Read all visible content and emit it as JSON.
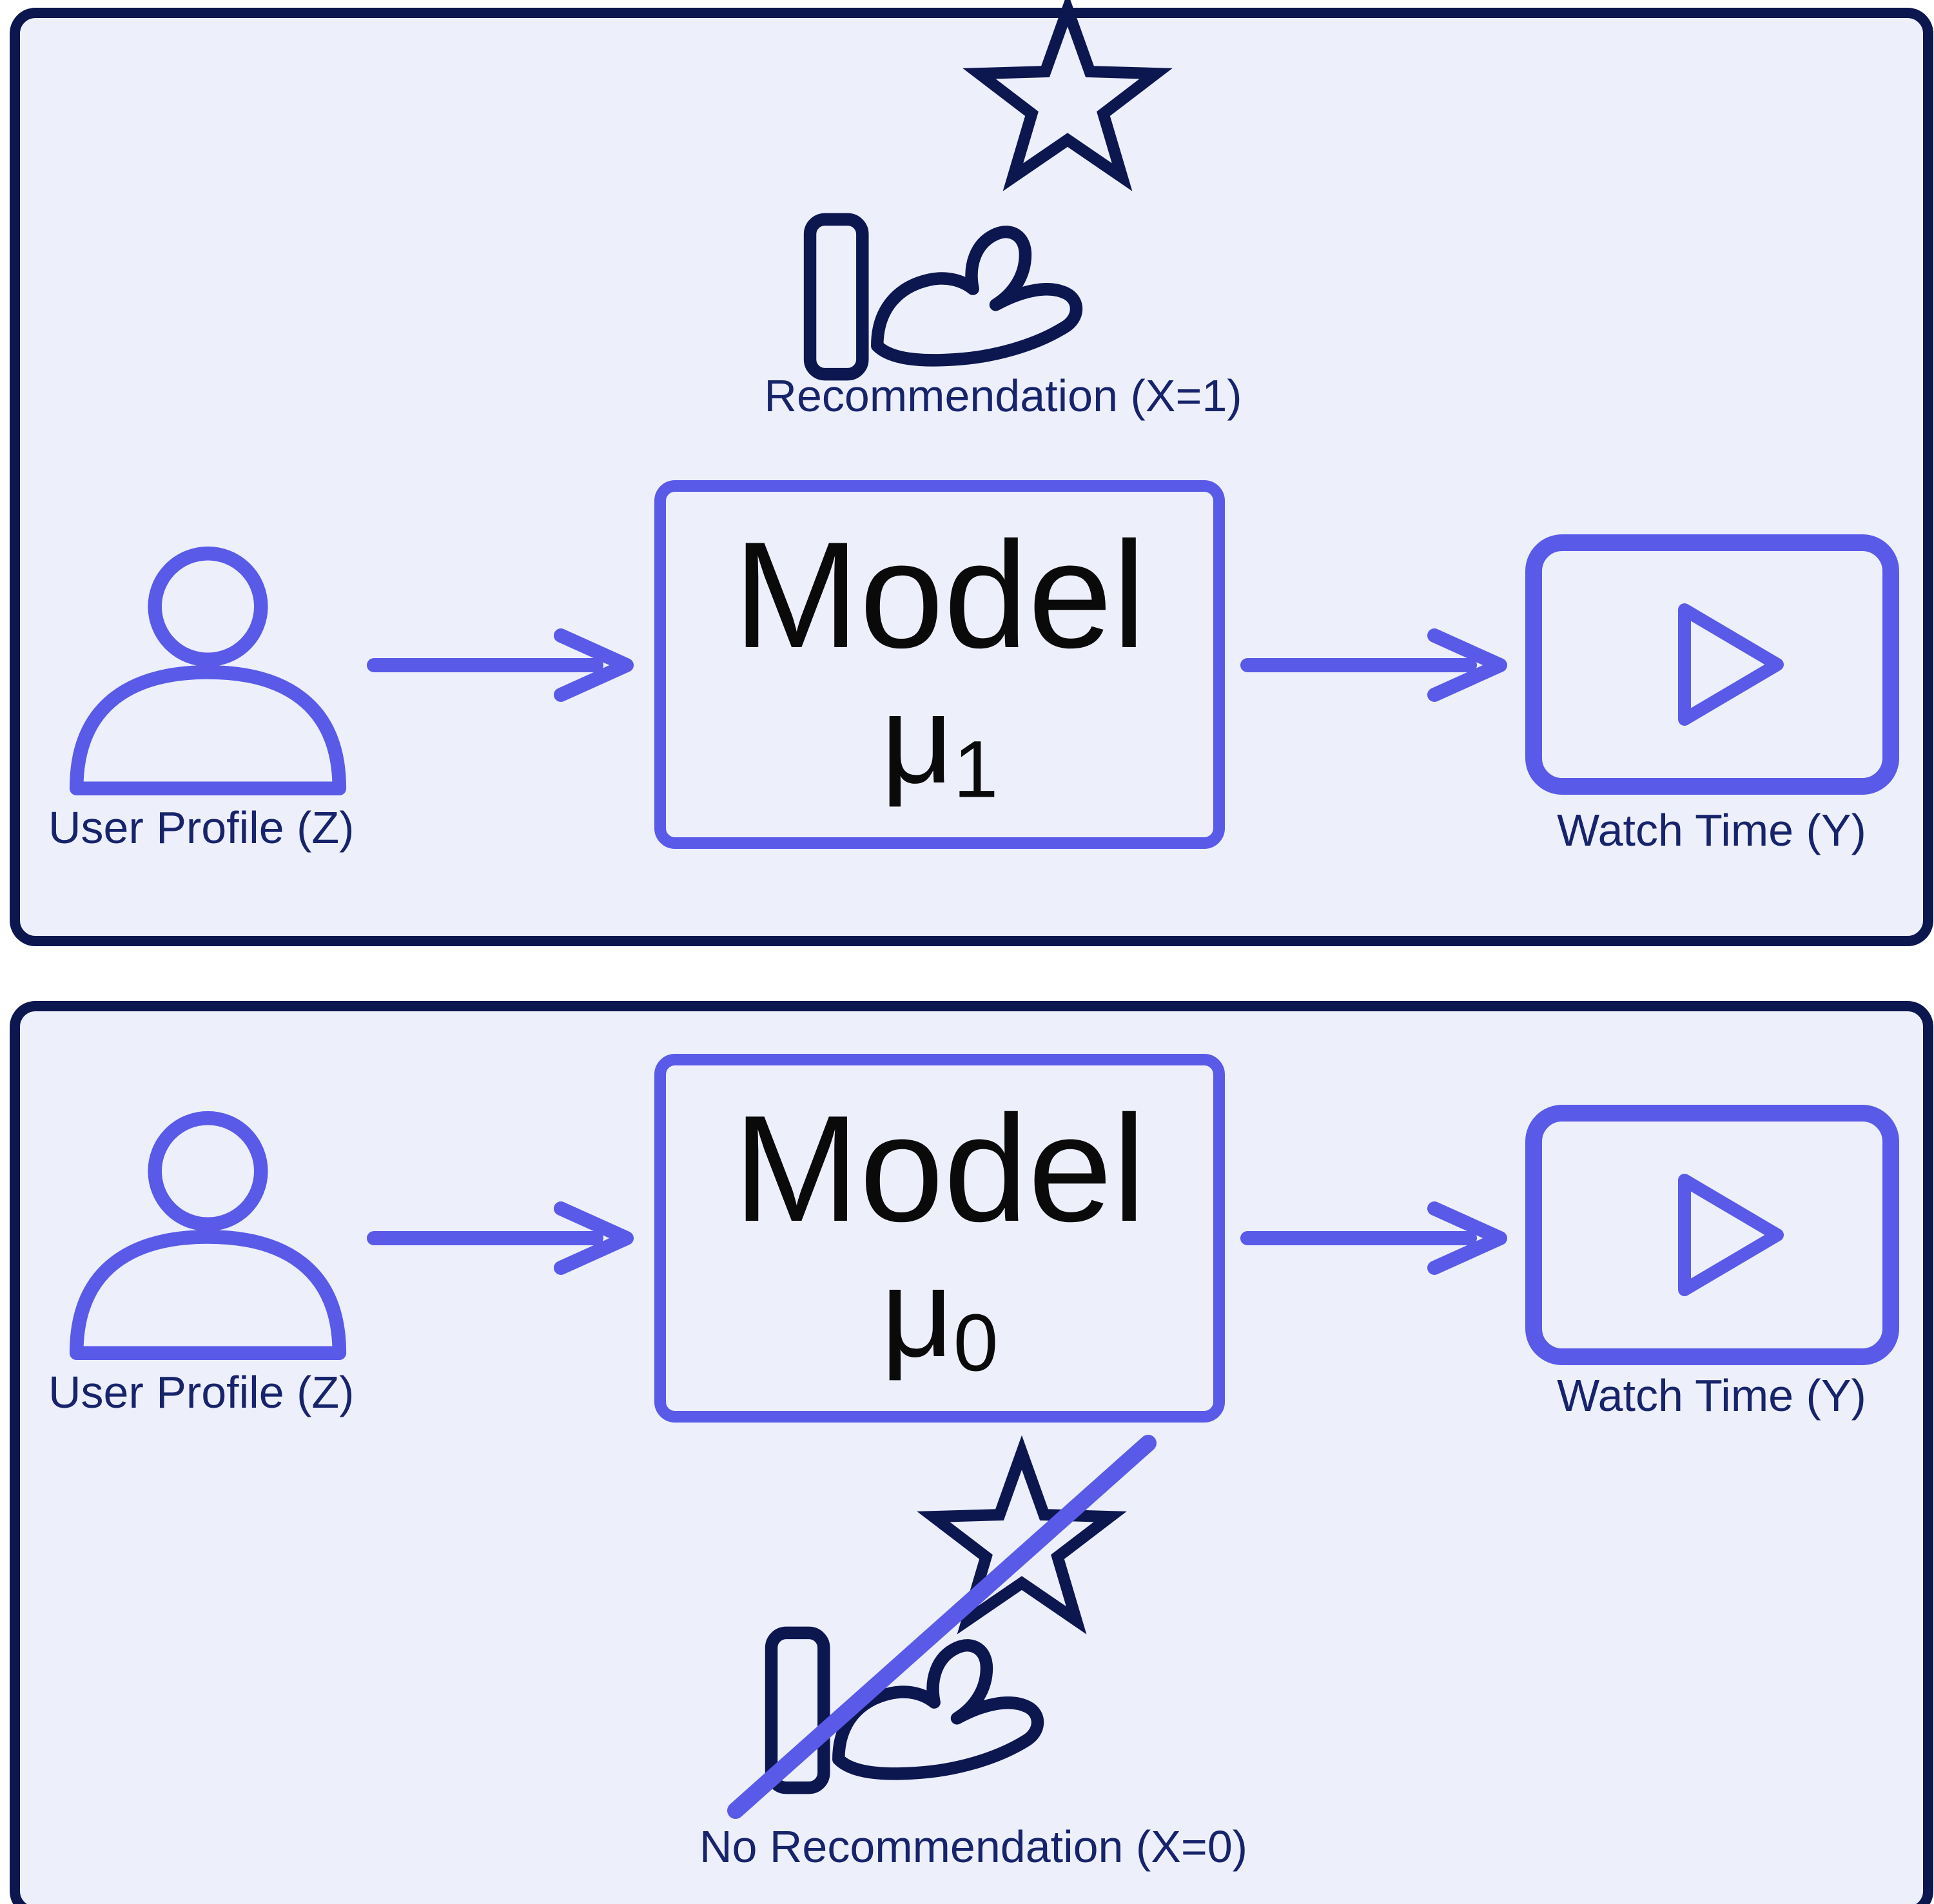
{
  "colors": {
    "navy": "#0c164f",
    "accent_purple": "#5a5ae8",
    "panel_background": "#edeffb",
    "label_navy": "#17246b",
    "model_text": "#0a0a0a",
    "page_background": "#ffffff"
  },
  "icons": {
    "star": "outline-star",
    "giving_hand": "open-hand-offering",
    "user": "person-silhouette",
    "video_player": "play-button-screen",
    "arrow": "right-arrow",
    "slash": "diagonal-strike"
  },
  "panels": {
    "treated": {
      "treatment_label": "Recommendation (X=1)",
      "user_label": "User Profile (Z)",
      "model_word": "Model",
      "model_symbol": "μ",
      "model_subscript": "1",
      "outcome_label": "Watch Time (Y)"
    },
    "control": {
      "treatment_label": "No Recommendation (X=0)",
      "user_label": "User Profile (Z)",
      "model_word": "Model",
      "model_symbol": "μ",
      "model_subscript": "0",
      "outcome_label": "Watch Time (Y)"
    }
  }
}
